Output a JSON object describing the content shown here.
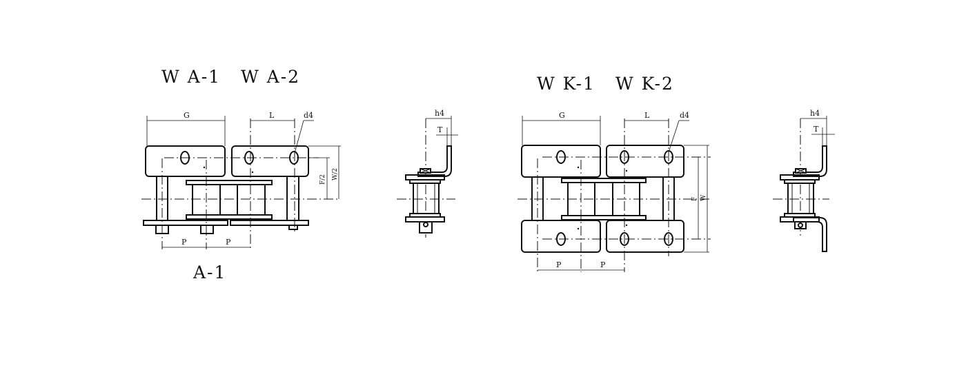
{
  "labels": {
    "wa1": "W A-1",
    "wa2": "W A-2",
    "a1": "A-1",
    "wk1": "W K-1",
    "wk2": "W K-2"
  },
  "dims": {
    "G": "G",
    "L": "L",
    "d4": "d4",
    "P": "P",
    "h4": "h4",
    "T": "T",
    "F2": "F/2",
    "W2": "W/2",
    "F": "F",
    "W": "W"
  }
}
